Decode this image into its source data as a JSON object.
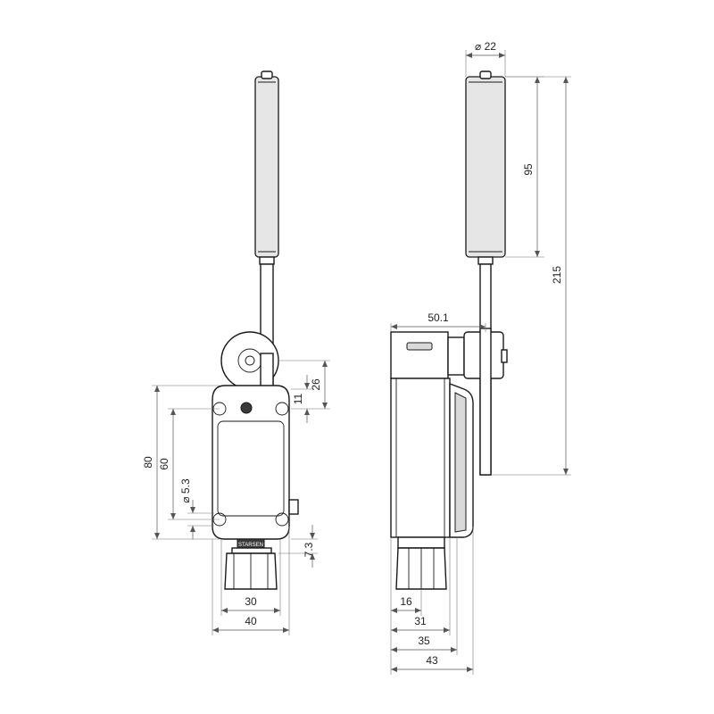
{
  "dimensions": {
    "front_80": "80",
    "front_60": "60",
    "front_hole": "⌀ 5.3",
    "front_26": "26",
    "front_11": "11",
    "front_7_3": "7.3",
    "front_30": "30",
    "front_40": "40",
    "side_dia22": "⌀ 22",
    "side_95": "95",
    "side_215": "215",
    "side_50_1": "50.1",
    "side_16": "16",
    "side_31": "31",
    "side_35": "35",
    "side_43": "43"
  },
  "marking": "STARSEN"
}
